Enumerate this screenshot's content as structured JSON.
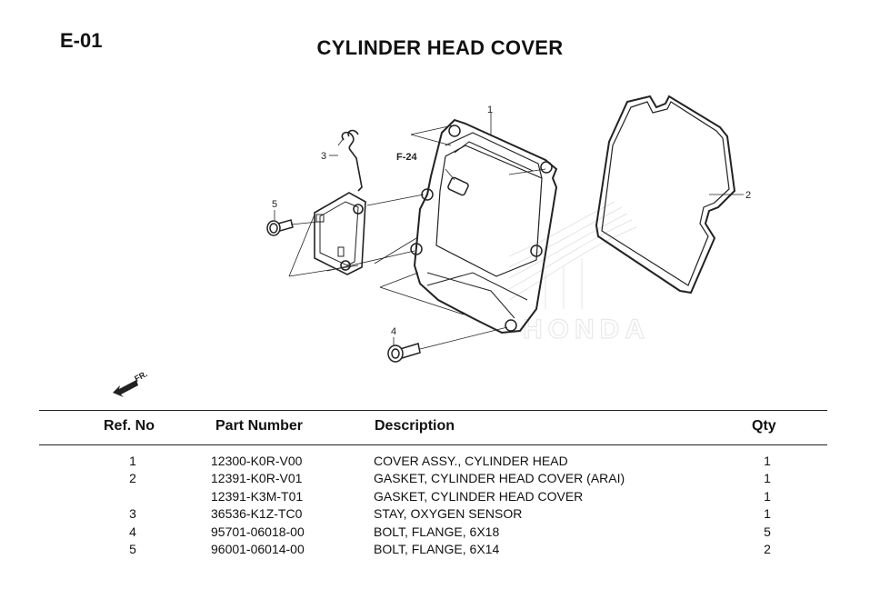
{
  "page_code": "E-01",
  "title": "CYLINDER HEAD COVER",
  "diagram": {
    "callouts": [
      "1",
      "2",
      "3",
      "4",
      "5"
    ],
    "reference_label": "F-24",
    "direction_label": "FR.",
    "watermark": "HONDA"
  },
  "table": {
    "headers": {
      "ref": "Ref. No",
      "part": "Part Number",
      "desc": "Description",
      "qty": "Qty"
    },
    "rows": [
      {
        "ref": "1",
        "part": "12300-K0R-V00",
        "desc": "COVER ASSY., CYLINDER HEAD",
        "qty": "1"
      },
      {
        "ref": "2",
        "part": "12391-K0R-V01",
        "desc": "GASKET, CYLINDER HEAD COVER (ARAI)",
        "qty": "1"
      },
      {
        "ref": "",
        "part": "12391-K3M-T01",
        "desc": "GASKET, CYLINDER HEAD COVER",
        "qty": "1"
      },
      {
        "ref": "3",
        "part": "36536-K1Z-TC0",
        "desc": "STAY, OXYGEN SENSOR",
        "qty": "1"
      },
      {
        "ref": "4",
        "part": "95701-06018-00",
        "desc": "BOLT, FLANGE, 6X18",
        "qty": "5"
      },
      {
        "ref": "5",
        "part": "96001-06014-00",
        "desc": "BOLT, FLANGE, 6X14",
        "qty": "2"
      }
    ]
  }
}
